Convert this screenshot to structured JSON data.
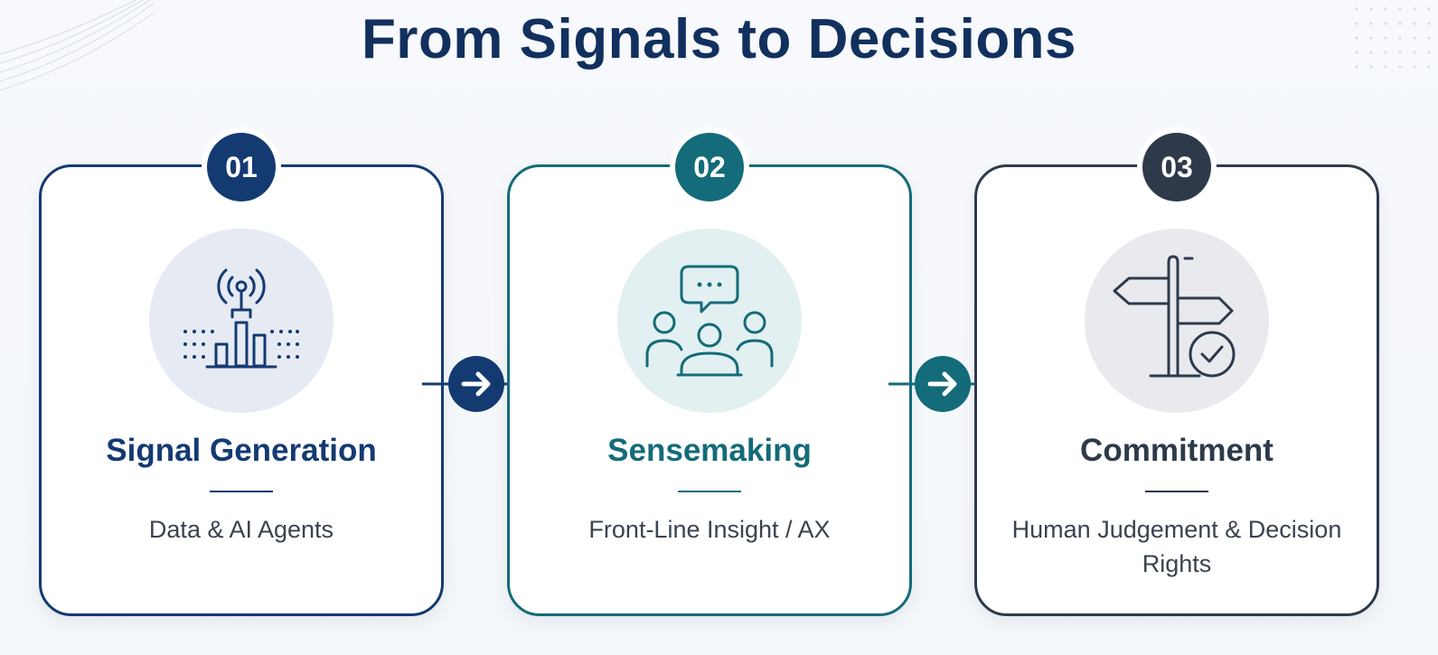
{
  "title": "From Signals to Decisions",
  "colors": {
    "title": "#12305e",
    "step1": "#143a72",
    "step2": "#146b79",
    "step3": "#2e3a4a"
  },
  "steps": [
    {
      "number": "01",
      "title": "Signal Generation",
      "subtitle": "Data & AI Agents",
      "icon": "signal-tower-icon"
    },
    {
      "number": "02",
      "title": "Sensemaking",
      "subtitle": "Front-Line Insight / AX",
      "icon": "team-chat-icon"
    },
    {
      "number": "03",
      "title": "Commitment",
      "subtitle": "Human Judgement & Decision Rights",
      "icon": "signpost-check-icon"
    }
  ],
  "connectors": [
    "arrow-right-icon",
    "arrow-right-icon"
  ]
}
